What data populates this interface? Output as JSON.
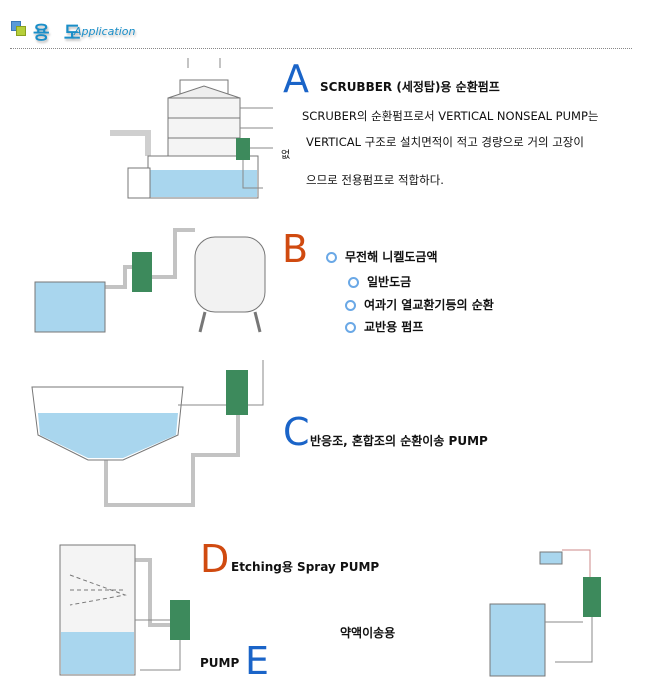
{
  "header": {
    "title": "용 도",
    "subtitle": "Application",
    "icon": "squares-icon"
  },
  "sections": {
    "a": {
      "letter": "A",
      "title": "SCRUBBER (세정탑)용 순환펌프",
      "lines": [
        "SCRUBER의 순환펌프로서 VERTICAL NONSEAL PUMP는",
        "VERTICAL 구조로 설치면적이 적고 경량으로 거의 고장이",
        "없",
        "으므로 전용펌프로 적합하다."
      ]
    },
    "b": {
      "letter": "B",
      "items": [
        "무전해 니켈도금액",
        "일반도금",
        "여과기 열교환기등의 순환",
        "교반용 펌프"
      ]
    },
    "c": {
      "letter": "C",
      "title": "반응조, 혼합조의 순환이송 PUMP"
    },
    "d": {
      "letter": "D",
      "title": "Etching용 Spray PUMP"
    },
    "e": {
      "letter": "E",
      "title": "PUMP",
      "side_label": "약액이송용"
    }
  },
  "colors": {
    "blue": "#1a64c8",
    "orange": "#d04a10",
    "water": "#a9d6ee",
    "pump": "#3d8a5c"
  }
}
